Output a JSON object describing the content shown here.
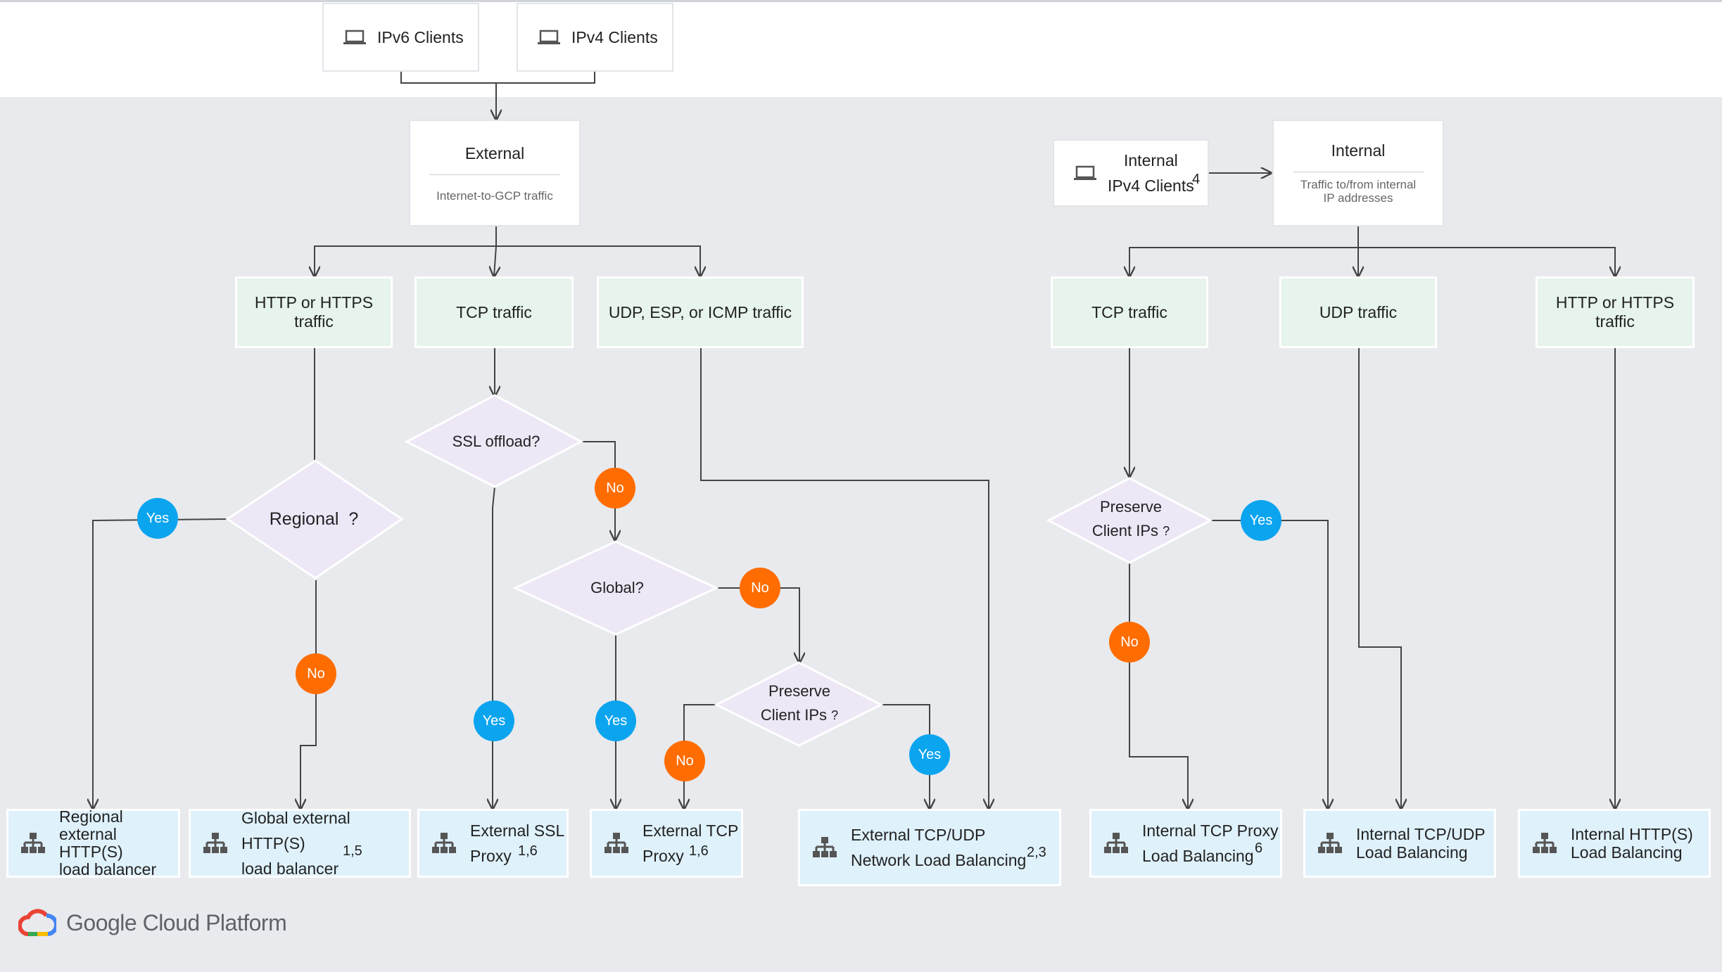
{
  "top_clients": {
    "ipv6": "IPv6 Clients",
    "ipv4": "IPv4 Clients"
  },
  "external": {
    "title": "External",
    "subtitle": "Internet-to-GCP traffic"
  },
  "internal_clients": {
    "line1": "Internal",
    "line2": "IPv4 Clients",
    "note": "4"
  },
  "internal": {
    "title": "Internal",
    "subtitle1": "Traffic to/from internal",
    "subtitle2": "IP addresses"
  },
  "traffic": {
    "ext_http_1": "HTTP or HTTPS",
    "ext_http_2": "traffic",
    "ext_tcp": "TCP traffic",
    "ext_udp": "UDP, ESP, or ICMP traffic",
    "int_tcp": "TCP traffic",
    "int_udp": "UDP traffic",
    "int_http_1": "HTTP or HTTPS",
    "int_http_2": "traffic"
  },
  "decisions": {
    "regional": "Regional",
    "regional_q": "?",
    "ssl": "SSL offload?",
    "global": "Global?",
    "preserve_1": "Preserve",
    "preserve_2": "Client IPs",
    "preserve_q": "?"
  },
  "badges": {
    "yes": "Yes",
    "no": "No"
  },
  "results": {
    "regional_1": "Regional external",
    "regional_2": "HTTP(S)",
    "regional_3": "load balancer",
    "global_1": "Global external HTTP(S)",
    "global_2": "load balancer",
    "global_note": "1,5",
    "ssl_1": "External SSL",
    "ssl_2": "Proxy",
    "ssl_note": "1,6",
    "tcp_1": "External TCP",
    "tcp_2": "Proxy",
    "tcp_note": "1,6",
    "nlb_1": "External TCP/UDP",
    "nlb_2": "Network Load Balancing",
    "nlb_note": "2,3",
    "itcp_1": "Internal TCP Proxy",
    "itcp_2": "Load Balancing",
    "itcp_note": "6",
    "iudp_1": "Internal TCP/UDP",
    "iudp_2": "Load Balancing",
    "ihttp_1": "Internal HTTP(S)",
    "ihttp_2": "Load Balancing"
  },
  "logo": {
    "text": "Google Cloud Platform"
  },
  "colors": {
    "yes": "#0ba4ef",
    "no": "#ff6d00",
    "diamond": "#ede7f6",
    "traffic": "#e6f4ec",
    "result": "#dff1fb",
    "background": "#e8eaed"
  }
}
